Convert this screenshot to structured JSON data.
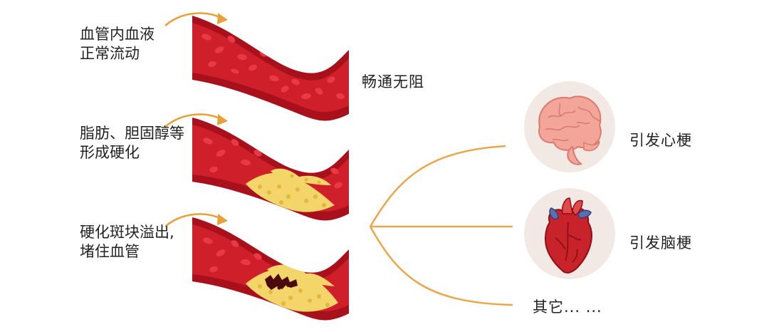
{
  "stages": [
    {
      "line1": "血管内血液",
      "line2": "正常流动",
      "state": "normal"
    },
    {
      "line1": "脂肪、胆固醇等",
      "line2": "形成硬化",
      "state": "plaque"
    },
    {
      "line1": "硬化斑块溢出,",
      "line2": "堵住血管",
      "state": "blocked"
    }
  ],
  "flow_result": "畅通无阻",
  "outcomes": [
    {
      "label": "引发心梗",
      "icon": "brain-icon"
    },
    {
      "label": "引发脑梗",
      "icon": "heart-icon"
    },
    {
      "label": "其它... ...",
      "icon": ""
    }
  ],
  "colors": {
    "vessel_wall": "#b01420",
    "vessel_inner": "#d4212c",
    "blood_cell": "#e8323d",
    "plaque": "#f3d56a",
    "arrow": "#e8a03a",
    "branch_line": "#eaa64a",
    "icon_circle": "#f2e9e4"
  }
}
